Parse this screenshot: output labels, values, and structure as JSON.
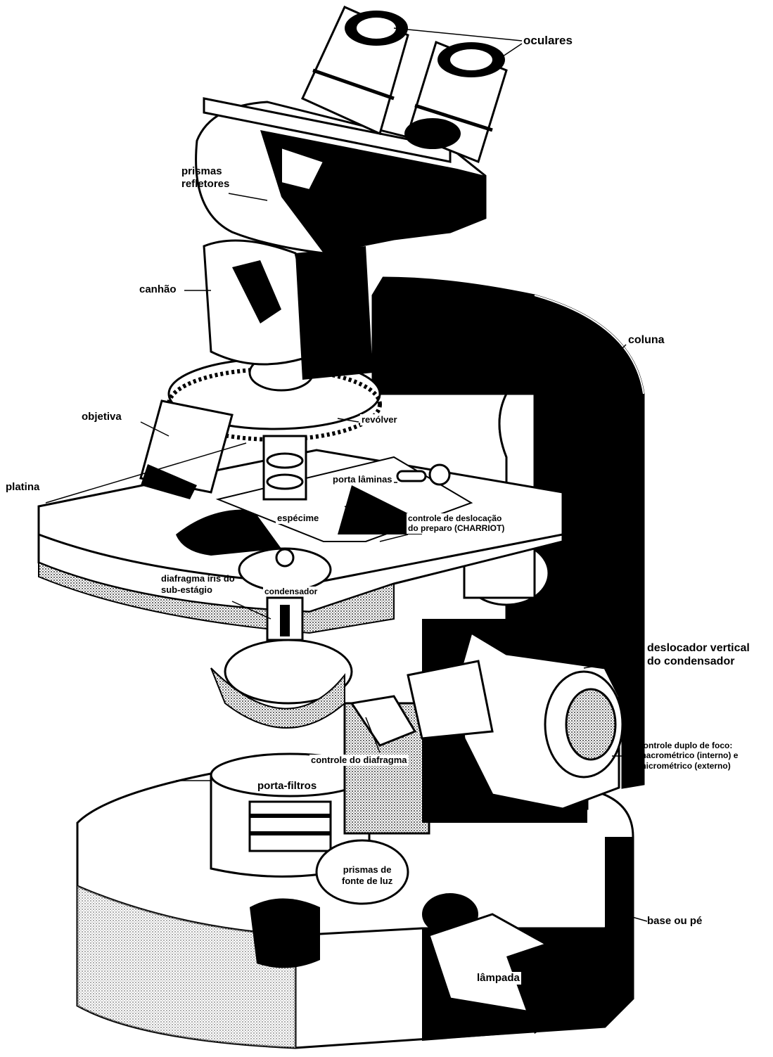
{
  "colors": {
    "ink": "#000000",
    "paper": "#ffffff",
    "shade": "#bfbfbf"
  },
  "labels": {
    "oculares": "oculares",
    "prismas_refletores": [
      "prismas",
      "refletores"
    ],
    "canhao": "canhão",
    "coluna": "coluna",
    "objetiva": "objetiva",
    "revolver": "revólver",
    "platina": "platina",
    "porta_laminas": "porta lâminas",
    "especime": "espécime",
    "controle_deslocacao": [
      "controle de deslocação",
      "do preparo (CHARRIOT)"
    ],
    "diafragma_iris": [
      "diafragma íris do",
      "sub-estágio"
    ],
    "condensador": "condensador",
    "deslocador_vertical": [
      "deslocador vertical",
      "do condensador"
    ],
    "controle_diafragma": "controle do diafragma",
    "controle_duplo_foco": [
      "controle duplo de foco:",
      "macrométrico (interno) e",
      "micrométrico (externo)"
    ],
    "porta_filtros": "porta-filtros",
    "prismas_fonte_luz": [
      "prismas de",
      "fonte de luz"
    ],
    "base_ou_pe": "base ou pé",
    "lampada": "lâmpada"
  }
}
